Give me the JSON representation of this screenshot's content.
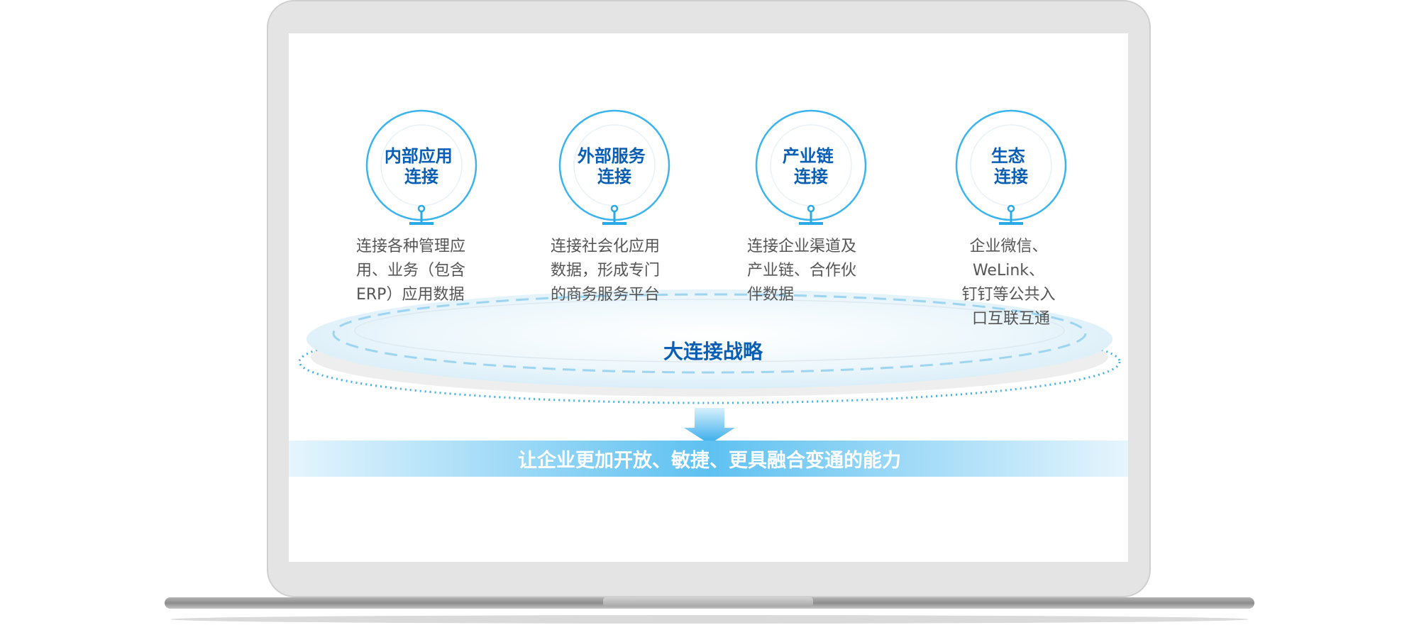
{
  "colors": {
    "title_blue": "#0a5fb4",
    "accent_blue": "#29a9e6",
    "ring_blue": "#3ab4ee",
    "desc_gray": "#555555",
    "banner_start": "#e3f4fd",
    "banner_mid": "#5ec1f1",
    "banner_text": "#ffffff",
    "laptop_gray": "#e3e3e3",
    "laptop_edge": "#c9c9c9"
  },
  "nodes": [
    {
      "title": [
        "内部应用",
        "连接"
      ],
      "desc": [
        "连接各种管理应",
        "用、业务（包含",
        "ERP）应用数据"
      ],
      "align": "left"
    },
    {
      "title": [
        "外部服务",
        "连接"
      ],
      "desc": [
        "连接社会化应用",
        "数据，形成专门",
        "的商务服务平台"
      ],
      "align": "left"
    },
    {
      "title": [
        "产业链",
        "连接"
      ],
      "desc": [
        "连接企业渠道及",
        "产业链、合作伙",
        "伴数据"
      ],
      "align": "left"
    },
    {
      "title": [
        "生态",
        "连接"
      ],
      "desc": [
        "企业微信、",
        "WeLink、",
        "钉钉等公共入",
        "口互联互通"
      ],
      "align": "center"
    }
  ],
  "platform": {
    "label": "大连接战略"
  },
  "banner": {
    "text": "让企业更加开放、敏捷、更具融合变通的能力"
  },
  "icons": {
    "arrow": "down-arrow-icon",
    "connector": "pin-connector-icon",
    "laptop": "laptop-frame-icon"
  }
}
